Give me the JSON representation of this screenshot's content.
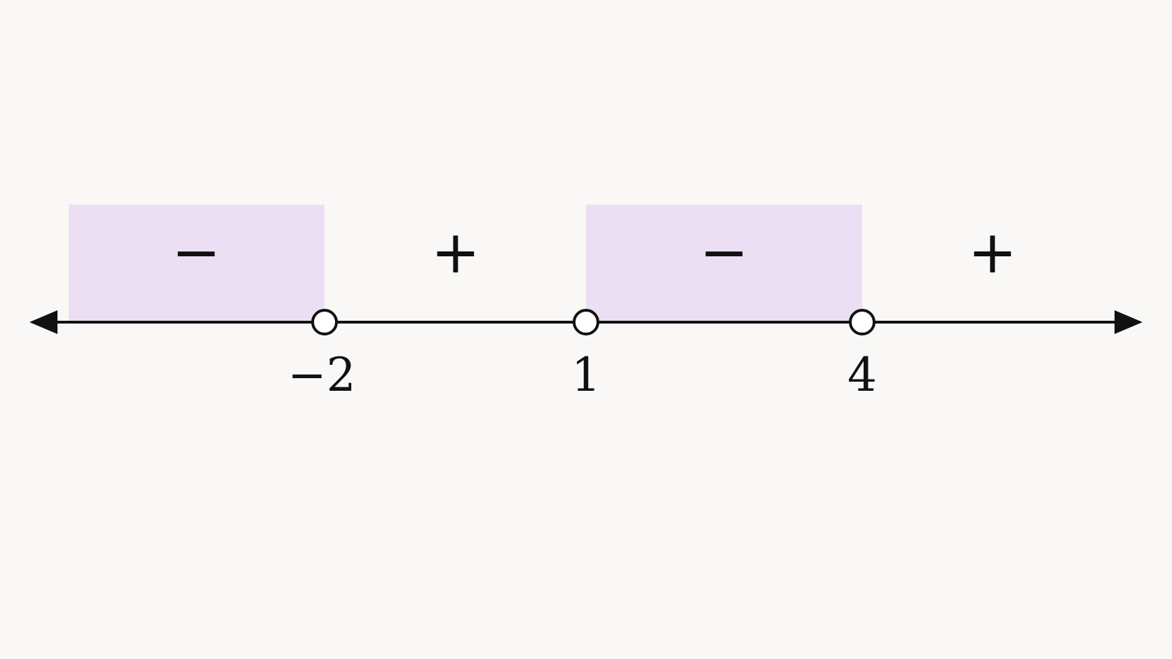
{
  "colors": {
    "background": "#f9f8f6",
    "shade": "#ebe0f3",
    "line": "#111111",
    "text": "#111111",
    "point_fill": "#ffffff"
  },
  "critical_points": [
    {
      "value": -2,
      "label": "−2",
      "open": true
    },
    {
      "value": 1,
      "label": "1",
      "open": true
    },
    {
      "value": 4,
      "label": "4",
      "open": true
    }
  ],
  "intervals": [
    {
      "sign": "−",
      "shaded": true
    },
    {
      "sign": "+",
      "shaded": false
    },
    {
      "sign": "−",
      "shaded": true
    },
    {
      "sign": "+",
      "shaded": false
    }
  ],
  "arrows": {
    "left": "arrow-left-icon",
    "right": "arrow-right-icon"
  }
}
